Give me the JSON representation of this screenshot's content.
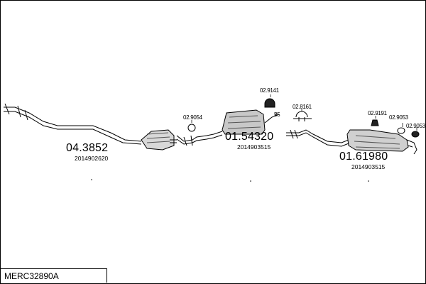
{
  "diagram_title": "MERC32890A",
  "parts": [
    {
      "id": "p1",
      "number": "04.3852",
      "ref": "2014902620"
    },
    {
      "id": "p2",
      "number": "01.54320",
      "ref": "2014903515"
    },
    {
      "id": "p3",
      "number": "01.61980",
      "ref": "2014903515"
    }
  ],
  "small_parts": [
    {
      "id": "s1",
      "number": "02.9054"
    },
    {
      "id": "s2",
      "number": "02.9141"
    },
    {
      "id": "s3",
      "number": "02.8161"
    },
    {
      "id": "s4",
      "number": "02.9191"
    },
    {
      "id": "s5",
      "number": "02.9053"
    },
    {
      "id": "s6",
      "number": "02.9053"
    },
    {
      "id": "s7",
      "number": "55"
    }
  ]
}
